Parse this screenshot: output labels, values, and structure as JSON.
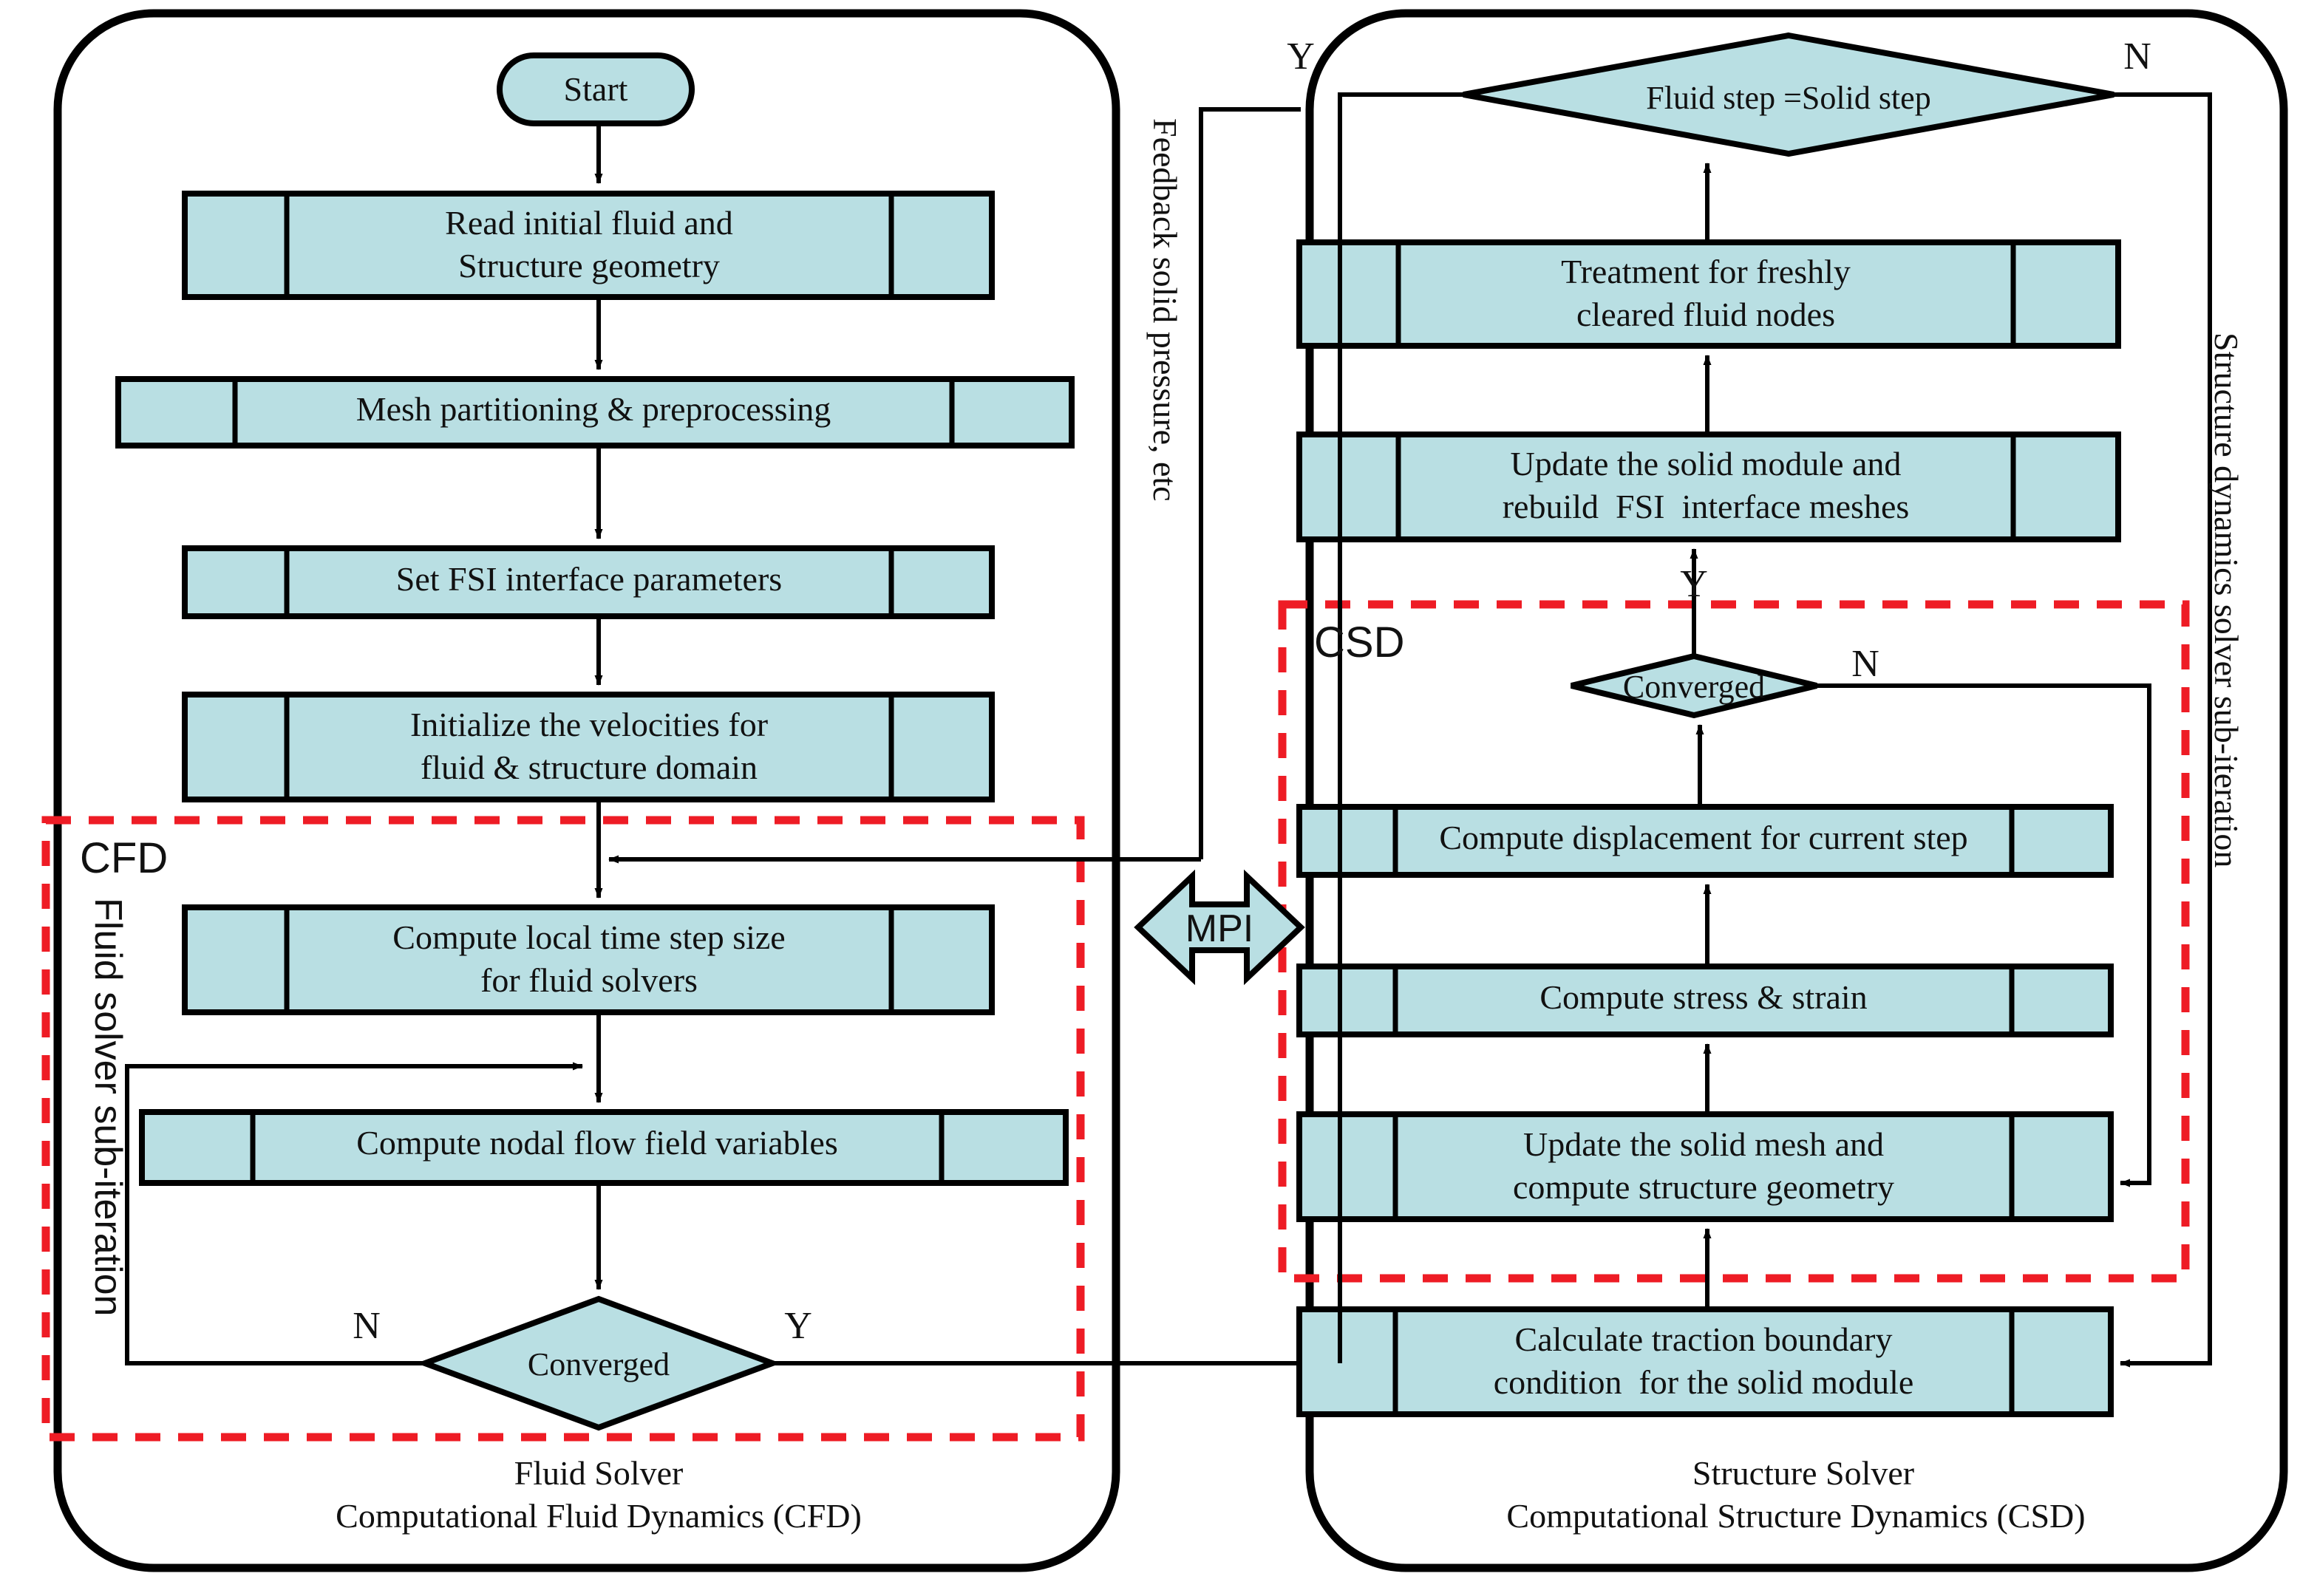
{
  "diagram": {
    "title": "Fluid-Structure Interaction (FSI) partitioned solver flowchart",
    "colors": {
      "node_fill": "#b9dfe3",
      "node_stroke": "#000000",
      "dashed_group": "#ee1c25",
      "connector": "#000000",
      "background": "#ffffff"
    }
  },
  "left_panel": {
    "caption_line1": "Fluid Solver",
    "caption_line2": "Computational Fluid Dynamics (CFD)",
    "group_tag": "CFD",
    "group_side_label": "Fluid solver sub-iteration",
    "nodes": {
      "start": "Start",
      "read_geometry_line1": "Read initial fluid and",
      "read_geometry_line2": "Structure geometry",
      "mesh_partitioning": "Mesh partitioning & preprocessing",
      "set_fsi": "Set FSI interface parameters",
      "initialize_line1": "Initialize the velocities for",
      "initialize_line2": "fluid & structure domain",
      "time_step_line1": "Compute local time step size",
      "time_step_line2": "for fluid solvers",
      "nodal_flow": "Compute nodal flow field variables",
      "converged": "Converged"
    },
    "branch_labels": {
      "no": "N",
      "yes": "Y"
    }
  },
  "right_panel": {
    "caption_line1": "Structure Solver",
    "caption_line2": "Computational Structure Dynamics (CSD)",
    "group_tag": "CSD",
    "group_side_label": "Structure dynamics solver sub-iteration",
    "nodes": {
      "fluid_solid_step": "Fluid step =Solid step",
      "freshly_cleared_line1": "Treatment for freshly",
      "freshly_cleared_line2": "cleared fluid nodes",
      "update_solid_module_line1": "Update the solid module and",
      "update_solid_module_line2": "rebuild  FSI  interface meshes",
      "converged": "Converged",
      "compute_displacement": "Compute displacement for current step",
      "compute_stress": "Compute stress & strain",
      "update_mesh_line1": "Update the solid mesh and",
      "update_mesh_line2": "compute structure geometry",
      "traction_line1": "Calculate traction boundary",
      "traction_line2": "condition  for the solid module"
    },
    "branch_labels": {
      "fluid_solid_step_yes": "Y",
      "fluid_solid_step_no": "N",
      "converged_yes": "Y",
      "converged_no": "N"
    }
  },
  "interconnect": {
    "mpi_label": "MPI",
    "feedback_label": "Feedback solid pressure, etc"
  }
}
